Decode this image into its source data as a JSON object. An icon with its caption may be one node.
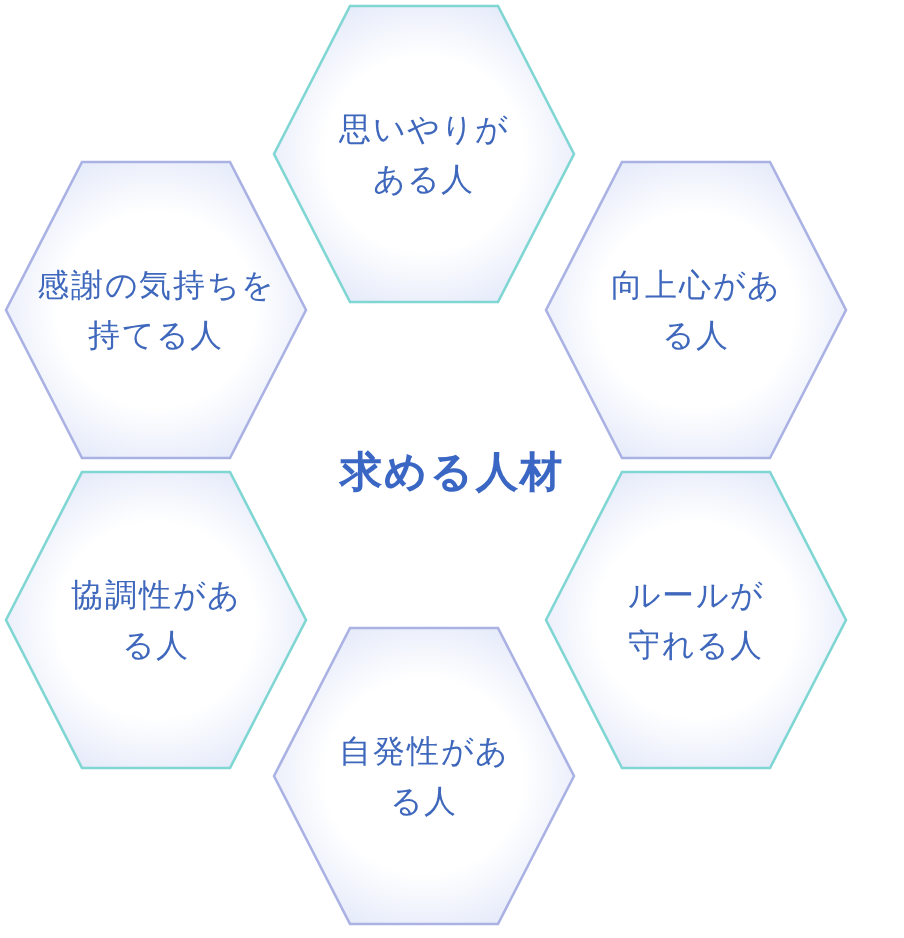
{
  "diagram": {
    "title": "求める人材",
    "nodes": [
      {
        "text": [
          "思いやりがある人"
        ]
      },
      {
        "text": [
          "感謝の気持ちを持てる人"
        ]
      },
      {
        "text": [
          "向上心がある人"
        ]
      },
      {
        "text": [
          "協調性がある人"
        ]
      },
      {
        "text": [
          "ルールが守れる人"
        ]
      },
      {
        "text": [
          "自発性がある人"
        ]
      }
    ]
  }
}
